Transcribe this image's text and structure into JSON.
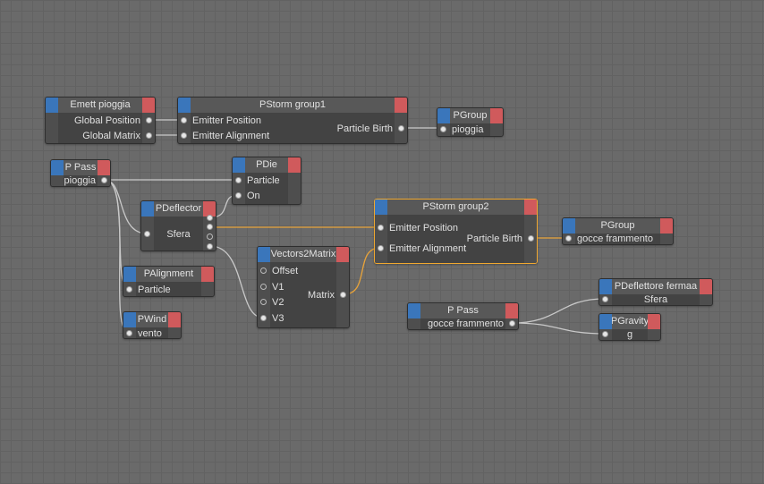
{
  "colors": {
    "header_blue": "#3a76bb",
    "header_red": "#d05a5c",
    "wire": "#c9c9c9",
    "active_wire": "#e8a33a"
  },
  "nodes": [
    {
      "id": "emett",
      "title": "Emett pioggia",
      "rows": [
        {
          "label": "Global Position",
          "port": "out",
          "align": "right"
        },
        {
          "label": "Global Matrix",
          "port": "out",
          "align": "right"
        }
      ],
      "outputs": []
    },
    {
      "id": "pstorm1",
      "title": "PStorm group1",
      "rows": [
        {
          "label": "Emitter Position",
          "port": "in",
          "align": "left"
        },
        {
          "label": "Emitter Alignment",
          "port": "in",
          "align": "left"
        }
      ],
      "outputs": [
        {
          "label": "Particle Birth",
          "empty": false
        }
      ]
    },
    {
      "id": "pgroup1",
      "title": "PGroup",
      "rows": [
        {
          "label": "pioggia",
          "port": "in",
          "align": "left"
        }
      ],
      "outputs": []
    },
    {
      "id": "ppass1",
      "title": "P Pass",
      "rows": [
        {
          "label": "pioggia",
          "port": "out",
          "align": "right"
        }
      ],
      "outputs": []
    },
    {
      "id": "pdie",
      "title": "PDie",
      "rows": [
        {
          "label": "Particle",
          "port": "in",
          "align": "left"
        },
        {
          "label": "On",
          "port": "in",
          "align": "left"
        }
      ],
      "outputs": []
    },
    {
      "id": "pdeflector",
      "title": "PDeflector",
      "rows": [
        {
          "label": "Sfera",
          "port": "in",
          "align": "center"
        }
      ],
      "outputs": [
        {
          "label": "",
          "empty": false
        },
        {
          "label": "",
          "empty": false
        },
        {
          "label": "",
          "empty": true
        },
        {
          "label": "",
          "empty": false
        }
      ]
    },
    {
      "id": "pstorm2",
      "title": "PStorm group2",
      "selected": true,
      "rows": [
        {
          "label": "Emitter Position",
          "port": "in",
          "align": "left"
        },
        {
          "label": "Emitter Alignment",
          "port": "in",
          "align": "left"
        }
      ],
      "outputs": [
        {
          "label": "Particle Birth",
          "empty": false
        }
      ]
    },
    {
      "id": "pgroup2",
      "title": "PGroup",
      "rows": [
        {
          "label": "gocce frammento",
          "port": "in",
          "align": "left"
        }
      ],
      "outputs": []
    },
    {
      "id": "v2m",
      "title": "Vectors2Matrix",
      "rows": [
        {
          "label": "Offset",
          "port": "in",
          "align": "left",
          "empty": true
        },
        {
          "label": "V1",
          "port": "in",
          "align": "left",
          "empty": true
        },
        {
          "label": "V2",
          "port": "in",
          "align": "left",
          "empty": true
        },
        {
          "label": "V3",
          "port": "in",
          "align": "left"
        }
      ],
      "outputs": [
        {
          "label": "Matrix",
          "empty": false
        }
      ]
    },
    {
      "id": "palign",
      "title": "PAlignment",
      "rows": [
        {
          "label": "Particle",
          "port": "in",
          "align": "left"
        }
      ],
      "outputs": []
    },
    {
      "id": "pwind",
      "title": "PWind",
      "rows": [
        {
          "label": "vento",
          "port": "in",
          "align": "left"
        }
      ],
      "outputs": []
    },
    {
      "id": "ppass2",
      "title": "P Pass",
      "rows": [
        {
          "label": "gocce frammento",
          "port": "out",
          "align": "right"
        }
      ],
      "outputs": []
    },
    {
      "id": "pdefl2",
      "title": "PDeflettore fermaa",
      "rows": [
        {
          "label": "Sfera",
          "port": "in",
          "align": "center"
        }
      ],
      "outputs": []
    },
    {
      "id": "pgrav",
      "title": "PGravity",
      "rows": [
        {
          "label": "g",
          "port": "in",
          "align": "center"
        }
      ],
      "outputs": []
    }
  ]
}
